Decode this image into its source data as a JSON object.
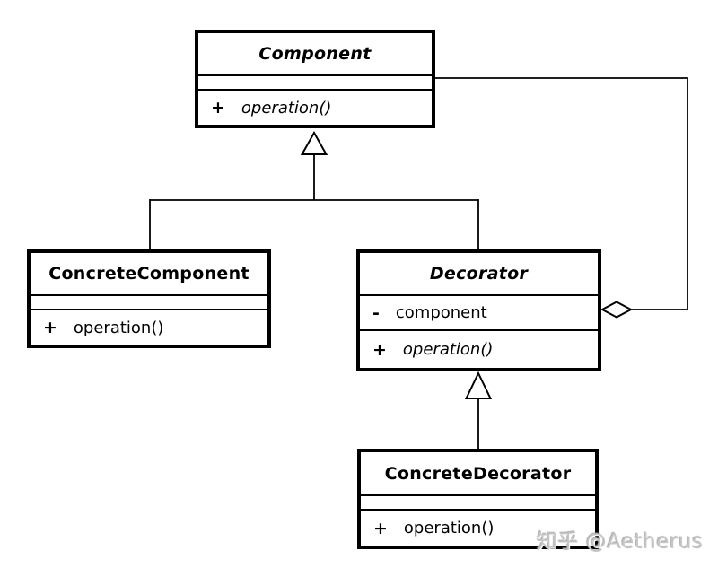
{
  "diagram_type": "uml-class-diagram",
  "pattern": "Decorator",
  "classes": {
    "component": {
      "title": "Component",
      "abstract": true,
      "method_sign": "+",
      "method": "operation()",
      "method_abstract": true
    },
    "concrete_component": {
      "title": "ConcreteComponent",
      "abstract": false,
      "method_sign": "+",
      "method": "operation()"
    },
    "decorator": {
      "title": "Decorator",
      "abstract": true,
      "attr_sign": "-",
      "attr": "component",
      "method_sign": "+",
      "method": "operation()",
      "method_abstract": true
    },
    "concrete_decorator": {
      "title": "ConcreteDecorator",
      "abstract": false,
      "method_sign": "+",
      "method": "operation()"
    }
  },
  "relations": [
    {
      "type": "generalization",
      "from": "ConcreteComponent",
      "to": "Component"
    },
    {
      "type": "generalization",
      "from": "Decorator",
      "to": "Component"
    },
    {
      "type": "generalization",
      "from": "ConcreteDecorator",
      "to": "Decorator"
    },
    {
      "type": "aggregation",
      "owner": "Decorator",
      "part": "Component"
    }
  ],
  "colors": {
    "line": "#000000",
    "background": "#ffffff",
    "watermark": "#c6c6c6"
  },
  "watermark": "知乎 @Aetherus"
}
